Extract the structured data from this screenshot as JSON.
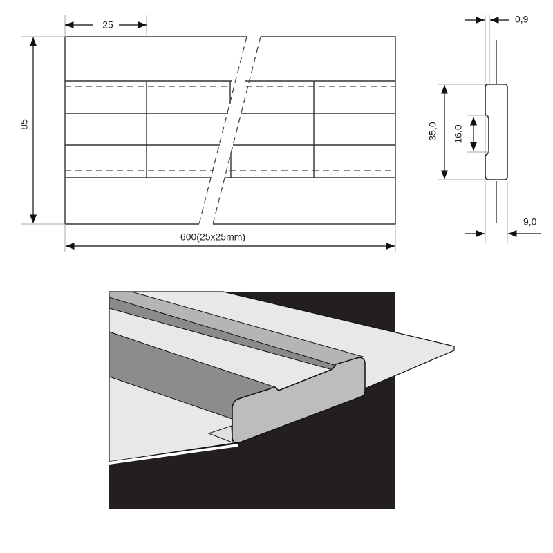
{
  "front_view": {
    "width_label": "600(25x25mm)",
    "height_label": "85",
    "module_label": "25"
  },
  "section_view": {
    "thickness_label": "0,9",
    "height_label": "35,0",
    "groove_label": "16,0",
    "depth_label": "9,0"
  },
  "colors": {
    "background_panel": "#231f20",
    "sheet": "#e8e8e8",
    "profile_face": "#bdbdbd",
    "profile_dark": "#8c8c8c"
  }
}
